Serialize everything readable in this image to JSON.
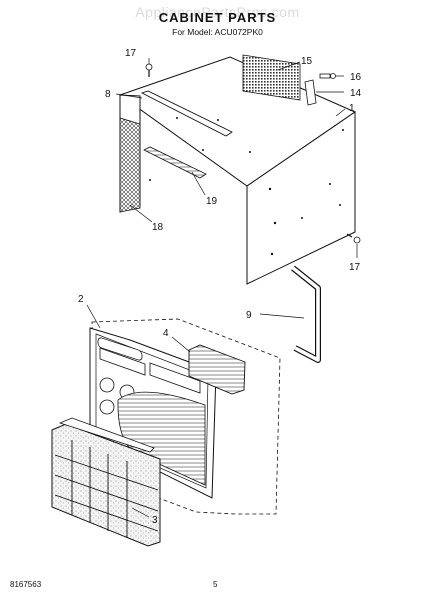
{
  "header": {
    "watermark": "AppliancePartsPros.com",
    "title": "CABINET PARTS",
    "subtitle": "For Model: ACU072PK0"
  },
  "callouts": {
    "c17a": "17",
    "c8": "8",
    "c15": "15",
    "c16": "16",
    "c14": "14",
    "c1": "1",
    "c19": "19",
    "c18": "18",
    "c17b": "17",
    "c9": "9",
    "c2": "2",
    "c4": "4",
    "c3": "3"
  },
  "footer": {
    "doc_number": "8167563",
    "page_number": "5"
  }
}
